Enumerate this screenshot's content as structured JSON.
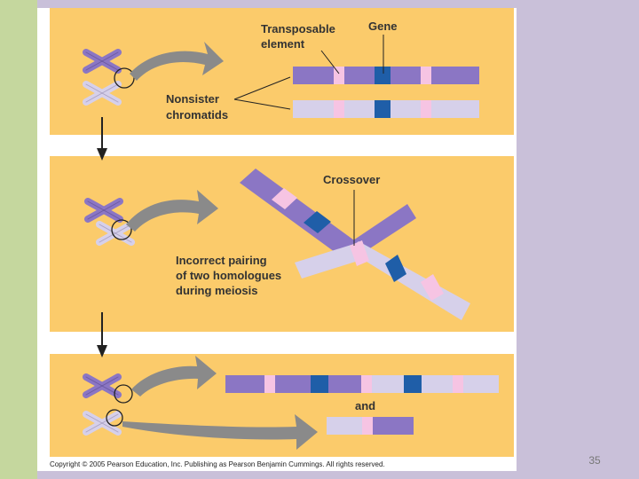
{
  "colors": {
    "panel_bg": "#fbcb6b",
    "chromosome_dark": "#8b76c4",
    "chromosome_light": "#d6d0ea",
    "gene": "#1f5ea8",
    "transposable_element": "#f6c4e3",
    "arrow_gray": "#8a8a8a",
    "slide_bg_left": "#c5d79e",
    "slide_bg_right": "#c9c0d9"
  },
  "panel1": {
    "label_transposable_line1": "Transposable",
    "label_transposable_line2": "element",
    "label_gene": "Gene",
    "label_nonsister_line1": "Nonsister",
    "label_nonsister_line2": "chromatids"
  },
  "panel2": {
    "label_crossover": "Crossover",
    "label_incorrect_line1": "Incorrect pairing",
    "label_incorrect_line2": "of two homologues",
    "label_incorrect_line3": "during meiosis"
  },
  "panel3": {
    "label_and": "and"
  },
  "copyright": "Copyright © 2005 Pearson Education, Inc. Publishing as Pearson Benjamin Cummings. All rights reserved.",
  "slide_number": "35",
  "icons": [
    "chromosome-icon",
    "curved-arrow-icon",
    "down-arrow-icon",
    "highlight-circle-icon"
  ]
}
